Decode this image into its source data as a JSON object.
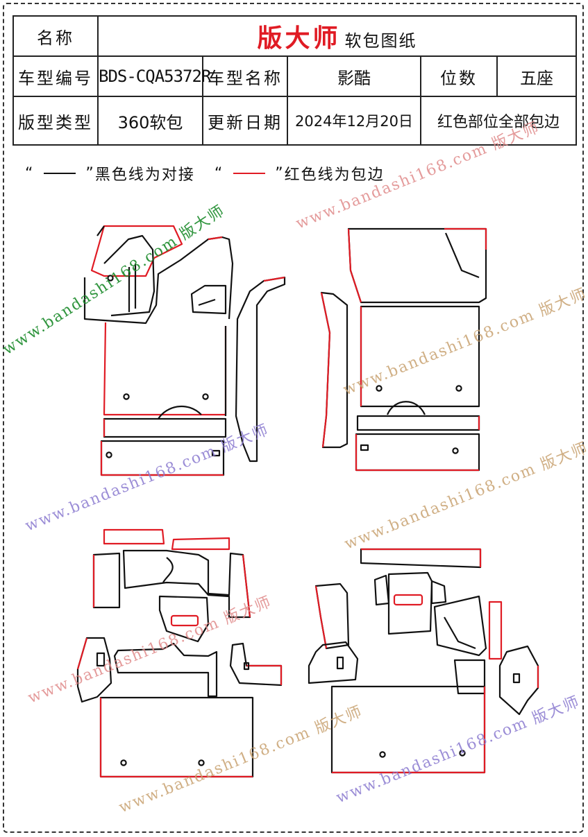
{
  "header": {
    "name_label": "名称",
    "brand": "版大师",
    "brand_sub": "软包图纸",
    "model_code_label": "车型编号",
    "model_code": "BDS-CQA5372R",
    "model_name_label": "车型名称",
    "model_name": "影酷",
    "seats_label": "位数",
    "seats": "五座",
    "pattern_type_label": "版型类型",
    "pattern_type": "360软包",
    "update_label": "更新日期",
    "update_date": "2024年12月20日",
    "note": "红色部位全部包边"
  },
  "legend": {
    "open_quote": "“",
    "close_quote": "”",
    "black_text": "黑色线为对接",
    "red_text": "红色线为包边"
  },
  "watermark": {
    "text": "www.bandashi168.com 版大师"
  },
  "colors": {
    "edge_red": "#e01b24",
    "line_black": "#111111",
    "wm_green": "#1a8a2a",
    "wm_pink": "#e08a8a",
    "wm_tan": "#c8a270",
    "wm_purple": "#8a7ad0"
  }
}
